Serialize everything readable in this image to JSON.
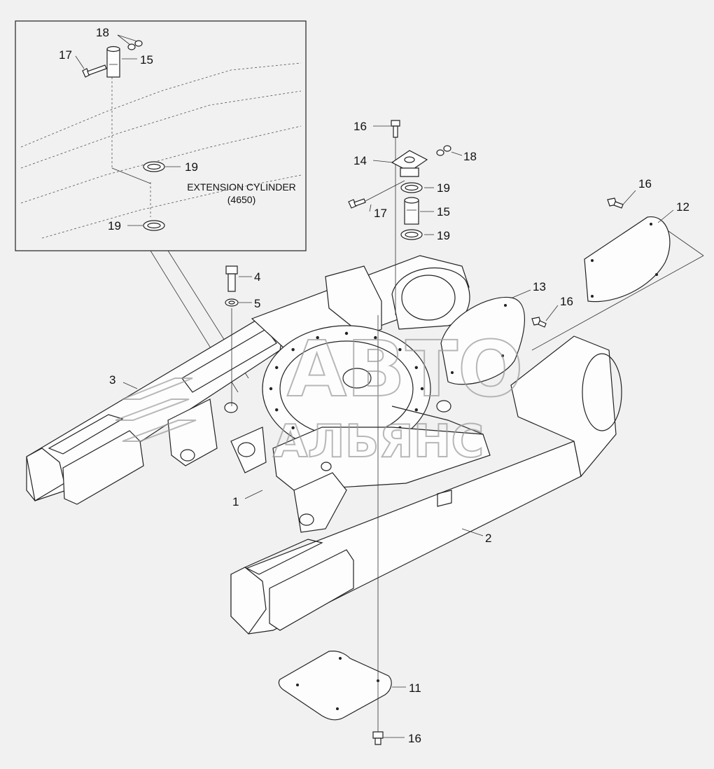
{
  "inset": {
    "note_line1": "EXTENSION CYLINDER",
    "note_line2": "(4650)",
    "labels": {
      "p18": "18",
      "p17": "17",
      "p15": "15",
      "p19a": "19",
      "p19b": "19"
    }
  },
  "parts": {
    "p16a": "16",
    "p14": "14",
    "p18": "18",
    "p19a": "19",
    "p17": "17",
    "p15": "15",
    "p19b": "19",
    "p16b": "16",
    "p12": "12",
    "p4": "4",
    "p5": "5",
    "p13": "13",
    "p16c": "16",
    "p3": "3",
    "p1": "1",
    "p2": "2",
    "p11": "11",
    "p16d": "16"
  },
  "watermark": {
    "line1": "АВТО",
    "line2": "АЛЬЯНС"
  }
}
